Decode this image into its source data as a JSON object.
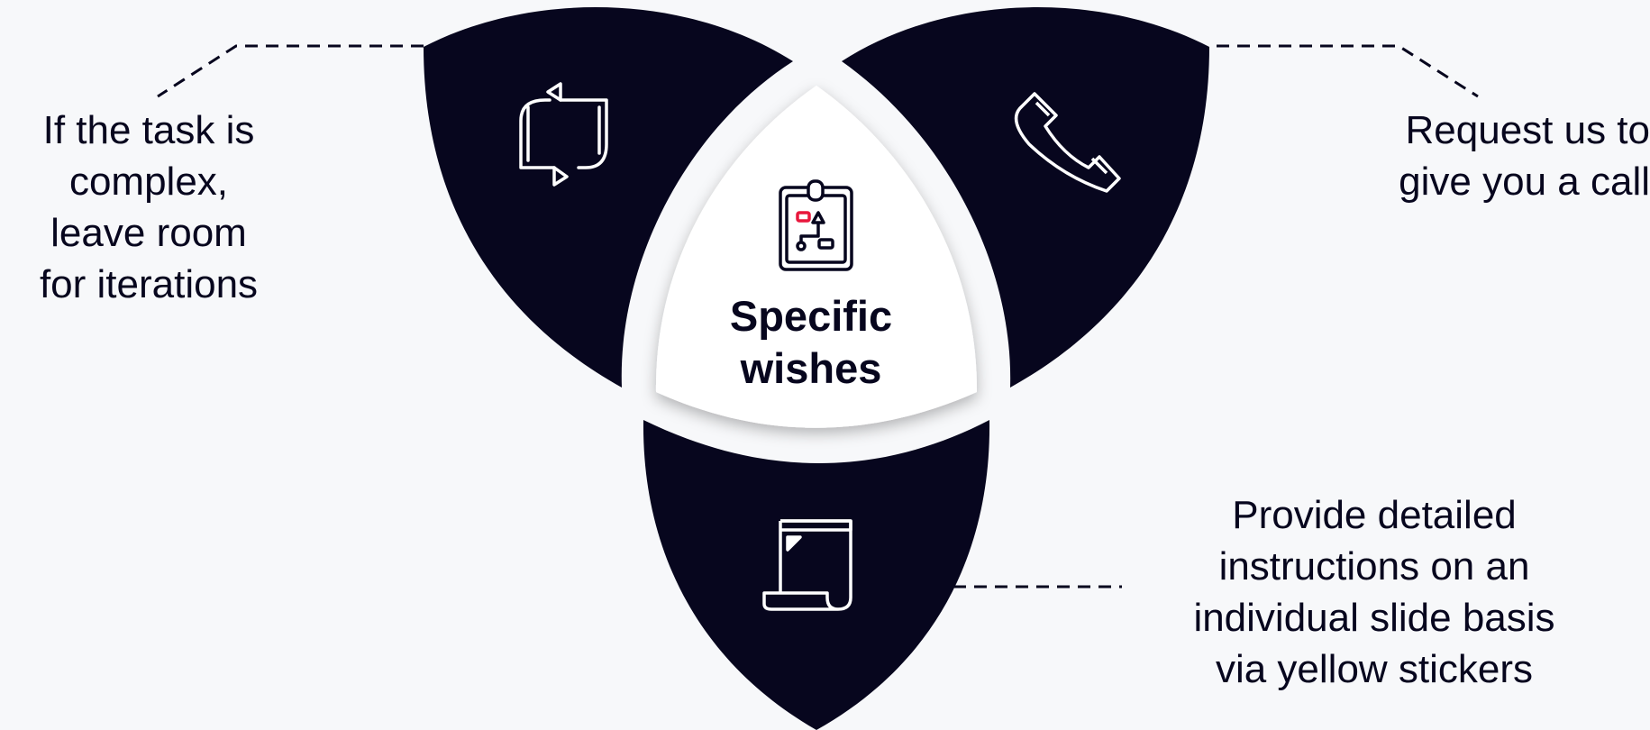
{
  "center": {
    "title": "Specific\nwishes"
  },
  "items": {
    "top_left": {
      "text": "If the task is\ncomplex,\nleave room\nfor iterations",
      "icon": "refresh-icon"
    },
    "top_right": {
      "text": "Request us to\ngive you a call",
      "icon": "phone-icon"
    },
    "bottom": {
      "text": "Provide detailed\ninstructions on an\nindividual slide basis\nvia yellow stickers",
      "icon": "sticker-note-icon"
    }
  },
  "center_icon": "clipboard-plan-icon",
  "colors": {
    "petal": "#07061e",
    "background": "#f7f8fa",
    "center": "#ffffff",
    "accent": "#e8173c"
  }
}
